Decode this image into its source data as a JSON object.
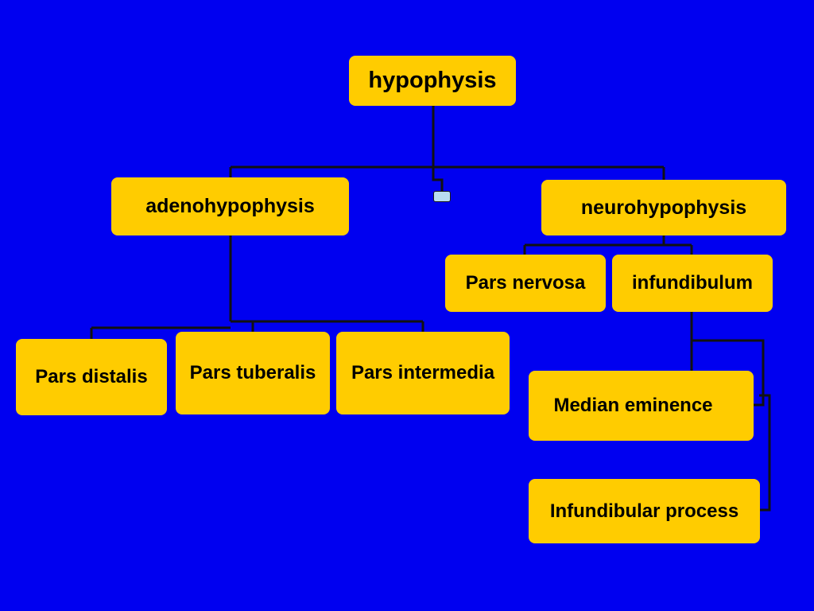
{
  "diagram": {
    "root": {
      "label": "hypophysis"
    },
    "branches": [
      {
        "label": "adenohypophysis",
        "children": [
          "Pars distalis",
          "Pars tuberalis",
          "Pars intermedia"
        ]
      },
      {
        "label": "neurohypophysis",
        "children": [
          "Pars nervosa",
          "infundibulum"
        ],
        "infundibulum_children": [
          "Median eminence",
          "Infundibular process"
        ]
      }
    ]
  },
  "colors": {
    "background": "#0000f0",
    "node_fill": "#ffcc00",
    "connector": "#111111",
    "marker": "#b8dcf0"
  }
}
